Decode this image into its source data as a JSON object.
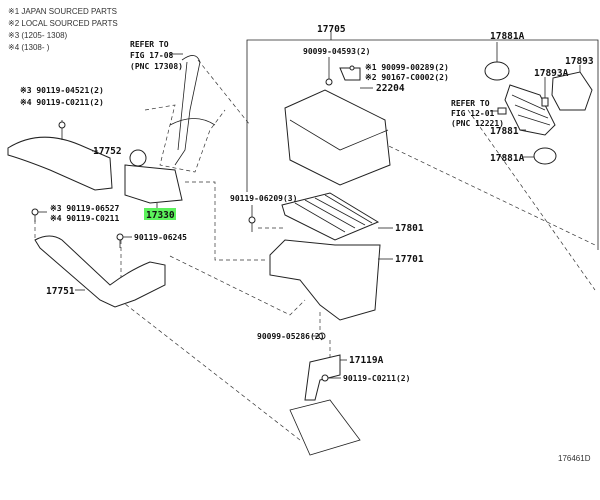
{
  "legend": [
    "※1 JAPAN SOURCED PARTS",
    "※2 LOCAL SOURCED PARTS",
    "※3 (1205- 1308)",
    "※4 (1308-      )"
  ],
  "refer_left": [
    "REFER TO",
    "FIG 17-08",
    "(PNC 17308)"
  ],
  "refer_right": [
    "REFER TO",
    "FIG 12-01",
    "(PNC 12221)"
  ],
  "labels": {
    "bolt_top_left_3": "※3 90119-04521(2)",
    "bolt_top_left_4": "※4 90119-C0211(2)",
    "p17752": "17752",
    "p17330": "17330",
    "bolt_mid_left_3": "※3 90119-06527",
    "bolt_mid_left_4": "※4 90119-C0211",
    "bolt_06245": "90119-06245",
    "p17751": "17751",
    "p17705": "17705",
    "bolt_04593": "90099-04593(2)",
    "screw_1": "※1 90099-00289(2)",
    "screw_2": "※2 90167-C0002(2)",
    "p22204": "22204",
    "p17881A_top": "17881A",
    "p17893": "17893",
    "p17893A": "17893A",
    "p17881": "17881",
    "p17881A_bottom": "17881A",
    "bolt_06209": "90119-06209(3)",
    "p17801": "17801",
    "p17701": "17701",
    "nut_05286": "90099-05286(2)",
    "p17119A": "17119A",
    "bolt_c0211": "90119-C0211(2)",
    "figure_id": "176461D"
  },
  "colors": {
    "highlight": "#5cf25c"
  }
}
